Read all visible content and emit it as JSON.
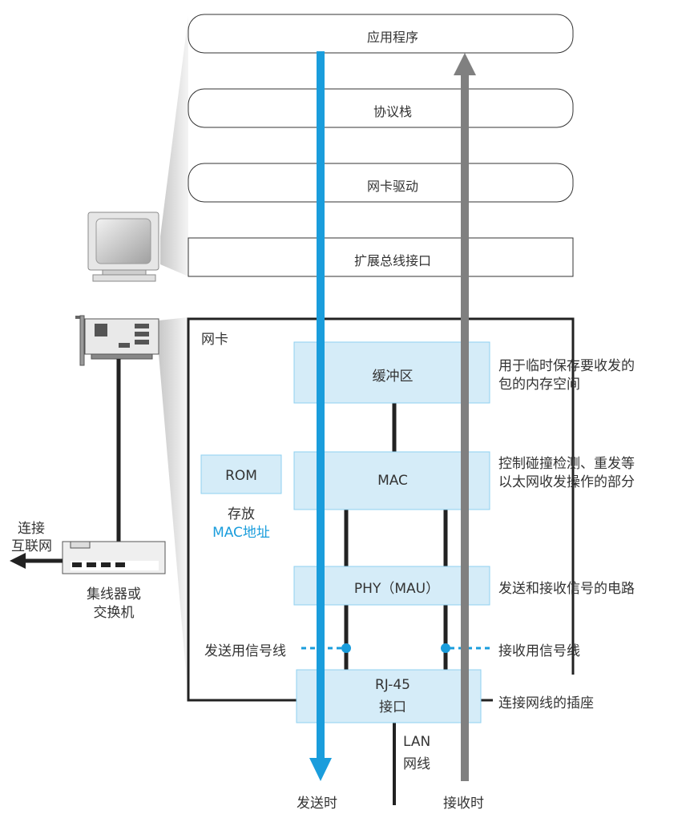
{
  "layers": {
    "application": "应用程序",
    "protocol_stack": "协议栈",
    "nic_driver": "网卡驱动",
    "bus_interface": "扩展总线接口"
  },
  "nic": {
    "title": "网卡",
    "buffer": "缓冲区",
    "mac": "MAC",
    "phy": "PHY（MAU）",
    "rom": "ROM",
    "rom_note_line1": "存放",
    "rom_note_line2": "MAC地址",
    "rj45_line1": "RJ-45",
    "rj45_line2": "接口"
  },
  "notes": {
    "buffer_line1": "用于临时保存要收发的",
    "buffer_line2": "包的内存空间",
    "mac_line1": "控制碰撞检测、重发等",
    "mac_line2": "以太网收发操作的部分",
    "phy": "发送和接收信号的电路",
    "tx_signal": "发送用信号线",
    "rx_signal": "接收用信号线",
    "rj45": "连接网线的插座"
  },
  "lan_line1": "LAN",
  "lan_line2": "网线",
  "send_label": "发送时",
  "receive_label": "接收时",
  "hub_line1": "集线器或",
  "hub_line2": "交换机",
  "internet_line1": "连接",
  "internet_line2": "互联网",
  "colors": {
    "send_arrow": "#1a9ddc",
    "receive_arrow": "#808080",
    "box_fill": "#d5ecf8",
    "box_border": "#8fd0f0"
  }
}
